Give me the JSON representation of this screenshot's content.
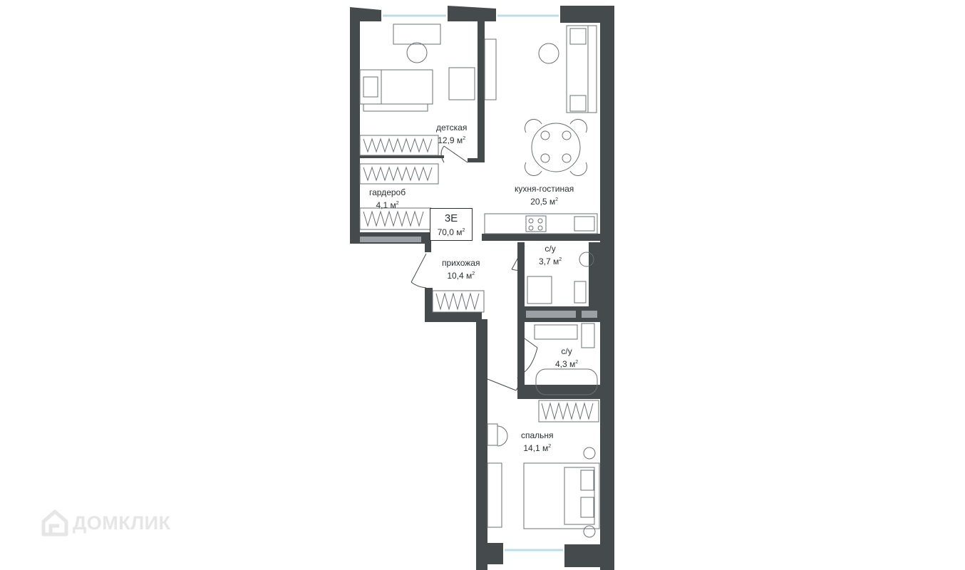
{
  "plan": {
    "apartment_type": "3E",
    "total_area": "70,0 м",
    "area_unit_sup": "2",
    "rooms": [
      {
        "id": "detskaya",
        "name": "детская",
        "area": "12,9 м"
      },
      {
        "id": "garderob",
        "name": "гардероб",
        "area": "4,1 м"
      },
      {
        "id": "kitchen",
        "name": "кухня-гостиная",
        "area": "20,5 м"
      },
      {
        "id": "hall",
        "name": "прихожая",
        "area": "10,4 м"
      },
      {
        "id": "bath1",
        "name": "с/у",
        "area": "3,7 м"
      },
      {
        "id": "bath2",
        "name": "с/у",
        "area": "4,3 м"
      },
      {
        "id": "bedroom",
        "name": "спальня",
        "area": "14,1 м"
      }
    ]
  },
  "watermark": {
    "text": "ДОМКЛИК"
  },
  "colors": {
    "wall": "#454a4c",
    "line": "#6b7073",
    "window": "#b9dfe9",
    "wardrobe": "#6b7073"
  }
}
